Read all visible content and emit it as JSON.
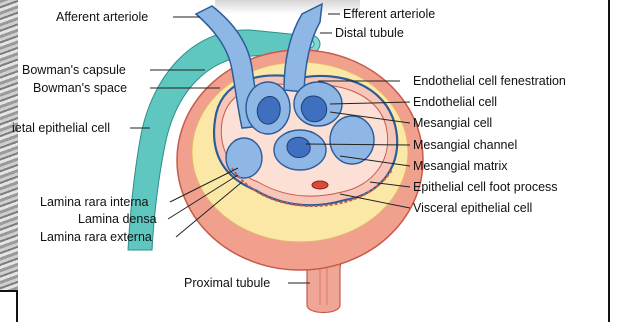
{
  "labels": {
    "afferent_arteriole": "Afferent arteriole",
    "efferent_arteriole": "Efferent arteriole",
    "distal_tubule": "Distal tubule",
    "bowmans_capsule": "Bowman's capsule",
    "bowmans_space": "Bowman's space",
    "parietal_epithelial_cell": "ietal epithelial cell",
    "lamina_rara_interna": "Lamina rara interna",
    "lamina_densa": "Lamina densa",
    "lamina_rara_externa": "Lamina rara externa",
    "proximal_tubule": "Proximal tubule",
    "endothelial_cell_fenestration": "Endothelial cell fenestration",
    "endothelial_cell": "Endothelial cell",
    "mesangial_cell": "Mesangial cell",
    "mesangial_channel": "Mesangial channel",
    "mesangial_matrix": "Mesangial matrix",
    "epithelial_cell_foot_process": "Epithelial cell foot process",
    "visceral_epithelial_cell": "Visceral epithelial cell"
  },
  "colors": {
    "capsule": "#f2a08e",
    "capsule_edge": "#c65a4a",
    "space": "#fbe8a6",
    "vessel": "#8fb7e6",
    "vessel_edge": "#2c5d9a",
    "mesangial": "#3f6fbf",
    "distal_tubule": "#5fc7c0",
    "tubule": "#f0a696"
  }
}
